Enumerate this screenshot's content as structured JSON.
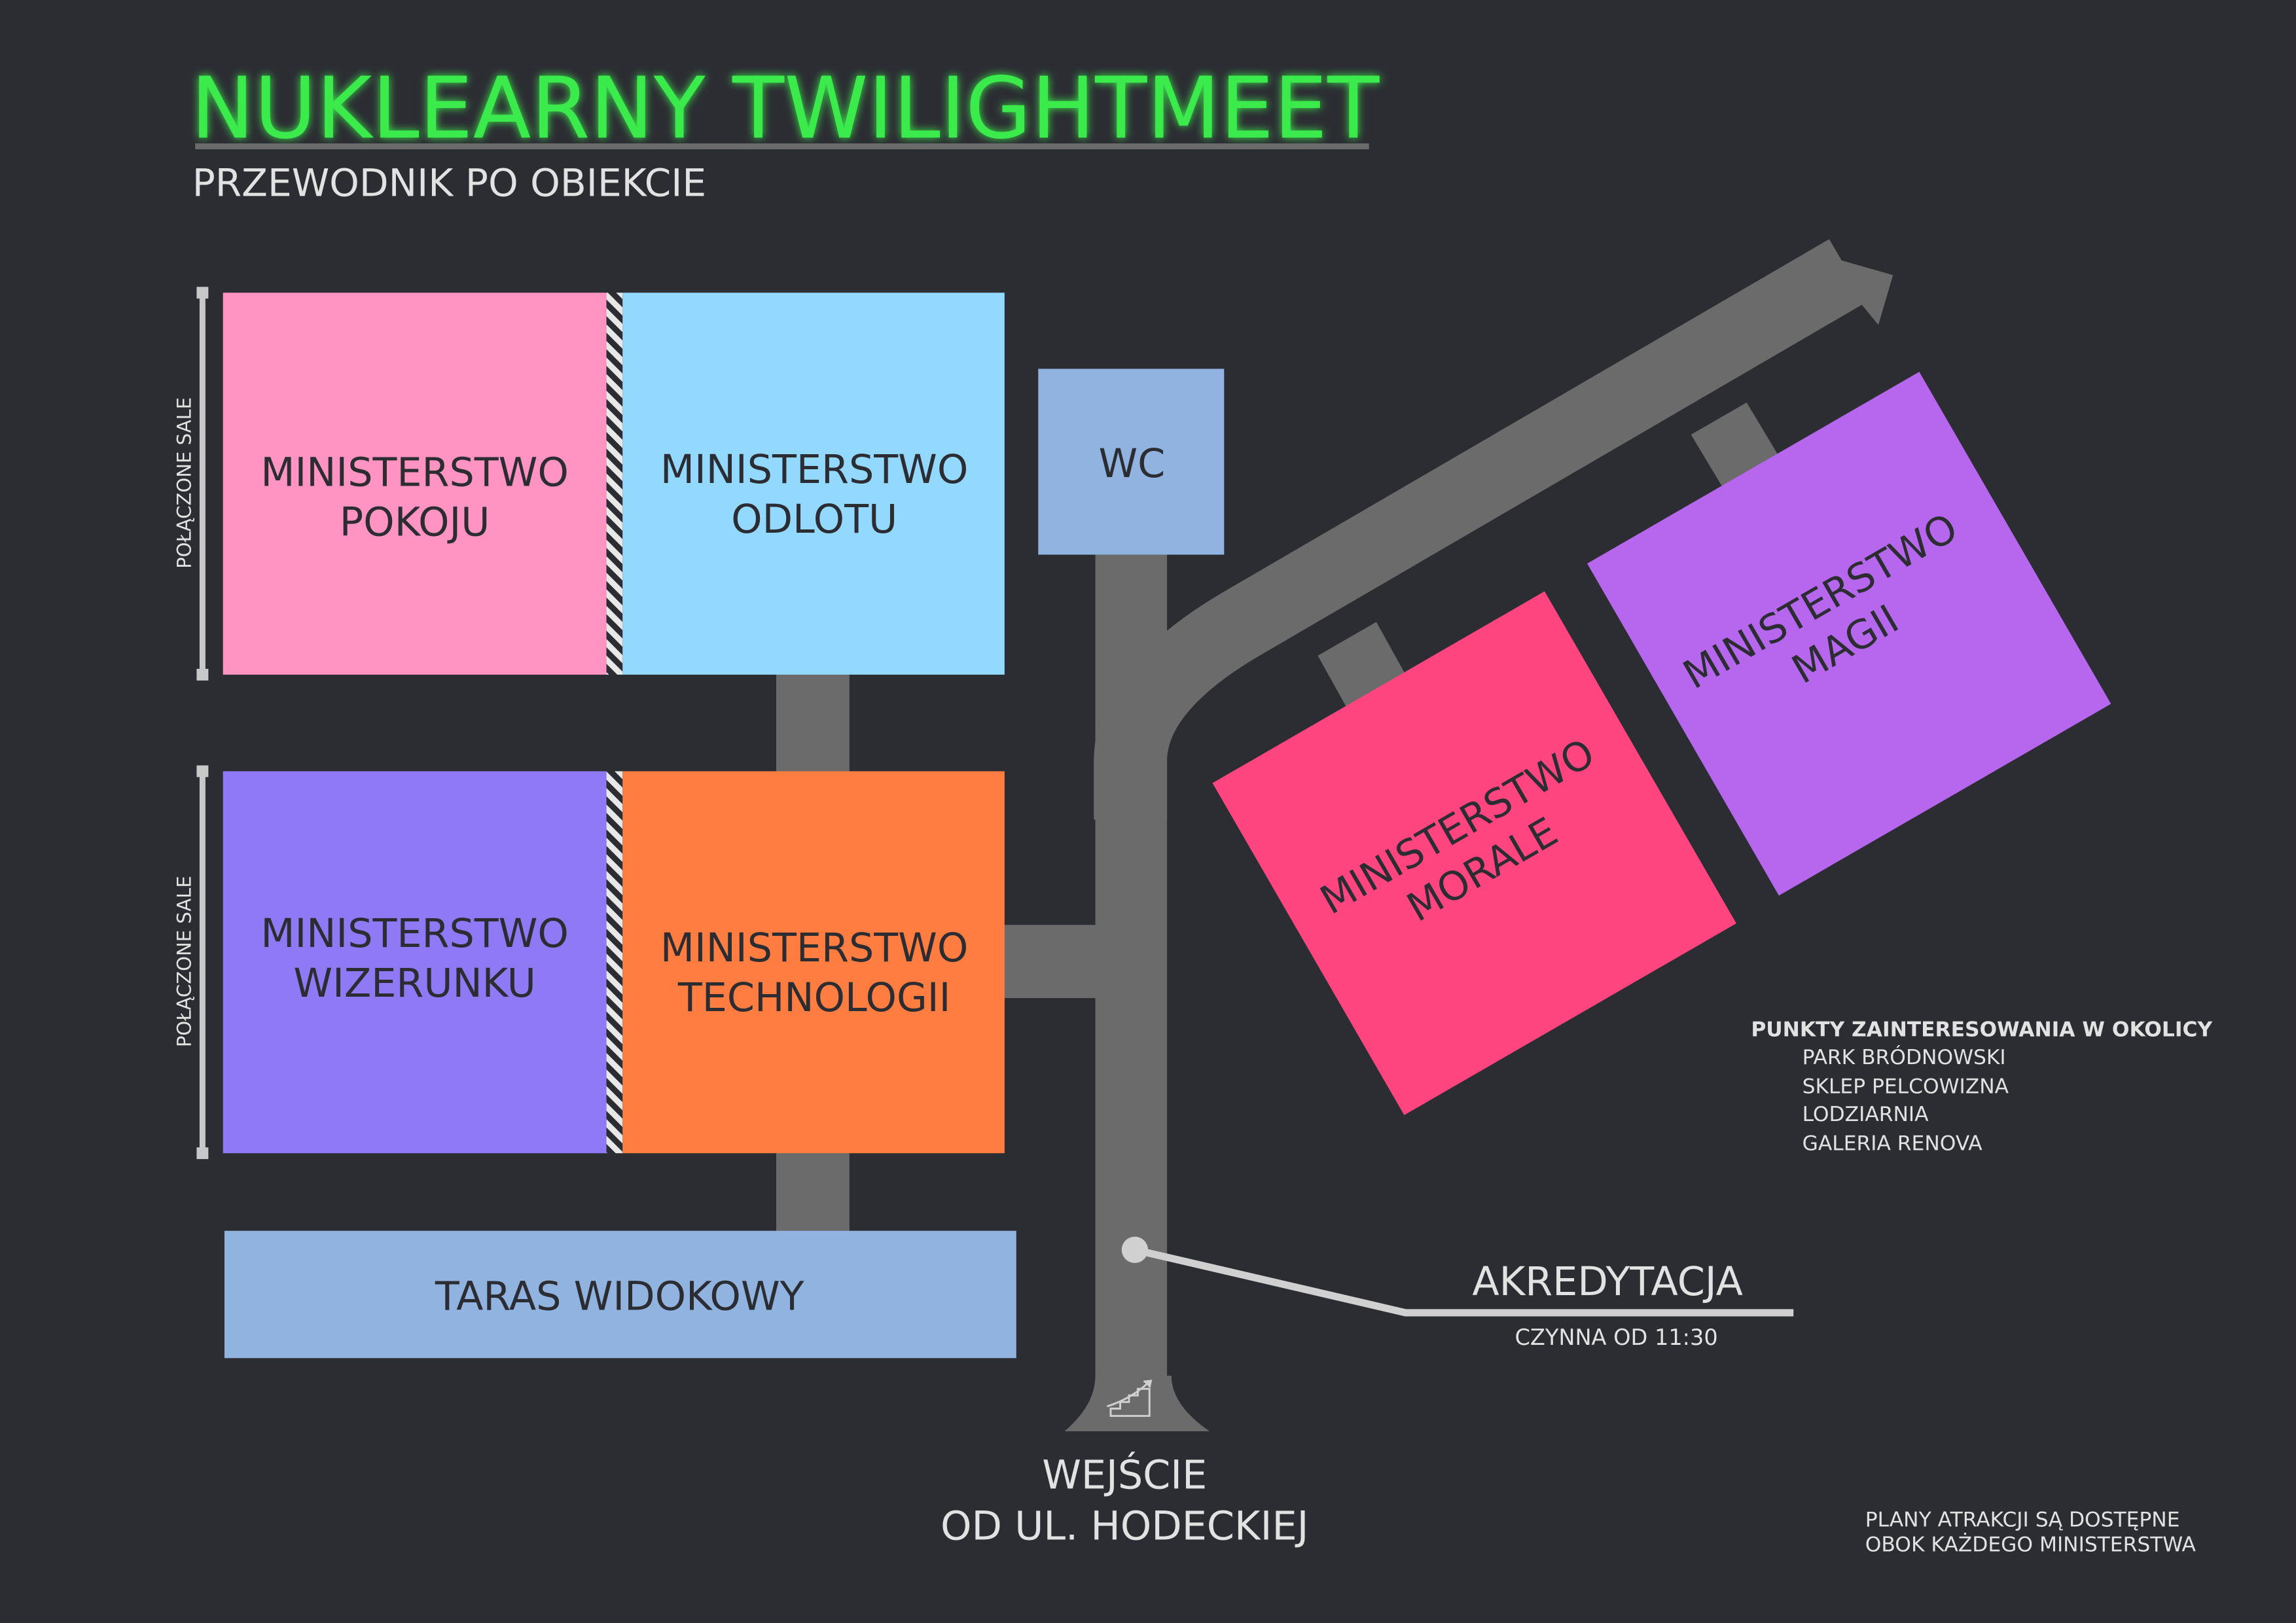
{
  "header": {
    "title": "NUKLEARNY TWILIGHTMEET",
    "subtitle": "PRZEWODNIK PO OBIEKCIE"
  },
  "rooms": {
    "pokoju": [
      "MINISTERSTWO",
      "POKOJU"
    ],
    "odlotu": [
      "MINISTERSTWO",
      "ODLOTU"
    ],
    "wizerunku": [
      "MINISTERSTWO",
      "WIZERUNKU"
    ],
    "technologii": [
      "MINISTERSTWO",
      "TECHNOLOGII"
    ],
    "morale": [
      "MINISTERSTWO",
      "MORALE"
    ],
    "magii": [
      "MINISTERSTWO",
      "MAGII"
    ],
    "wc": "WC",
    "taras": "TARAS WIDOKOWY"
  },
  "connected_label": "POŁĄCZONE SALE",
  "accreditation": {
    "label": "AKREDYTACJA",
    "hours": "CZYNNA OD 11:30"
  },
  "entrance": [
    "WEJŚCIE",
    "OD UL. HODECKIEJ"
  ],
  "poi": {
    "heading": "PUNKTY ZAINTERESOWANIA W OKOLICY",
    "items": [
      "PARK BRÓDNOWSKI",
      "SKLEP PELCOWIZNA",
      "LODZIARNIA",
      "GALERIA RENOVA"
    ]
  },
  "footer": [
    "PLANY ATRAKCJI SĄ DOSTĘPNE",
    "OBOK KAŻDEGO MINISTERSTWA"
  ],
  "colors": {
    "background": "#2c2d33",
    "title": "#3aea4c",
    "path": "#6b6b6b",
    "pokoju": "#ff93c1",
    "odlotu": "#93d8ff",
    "wizerunku": "#8f79f5",
    "technologii": "#ff7d40",
    "morale": "#ff4580",
    "magii": "#b667ed",
    "wc_taras": "#90b4df"
  }
}
